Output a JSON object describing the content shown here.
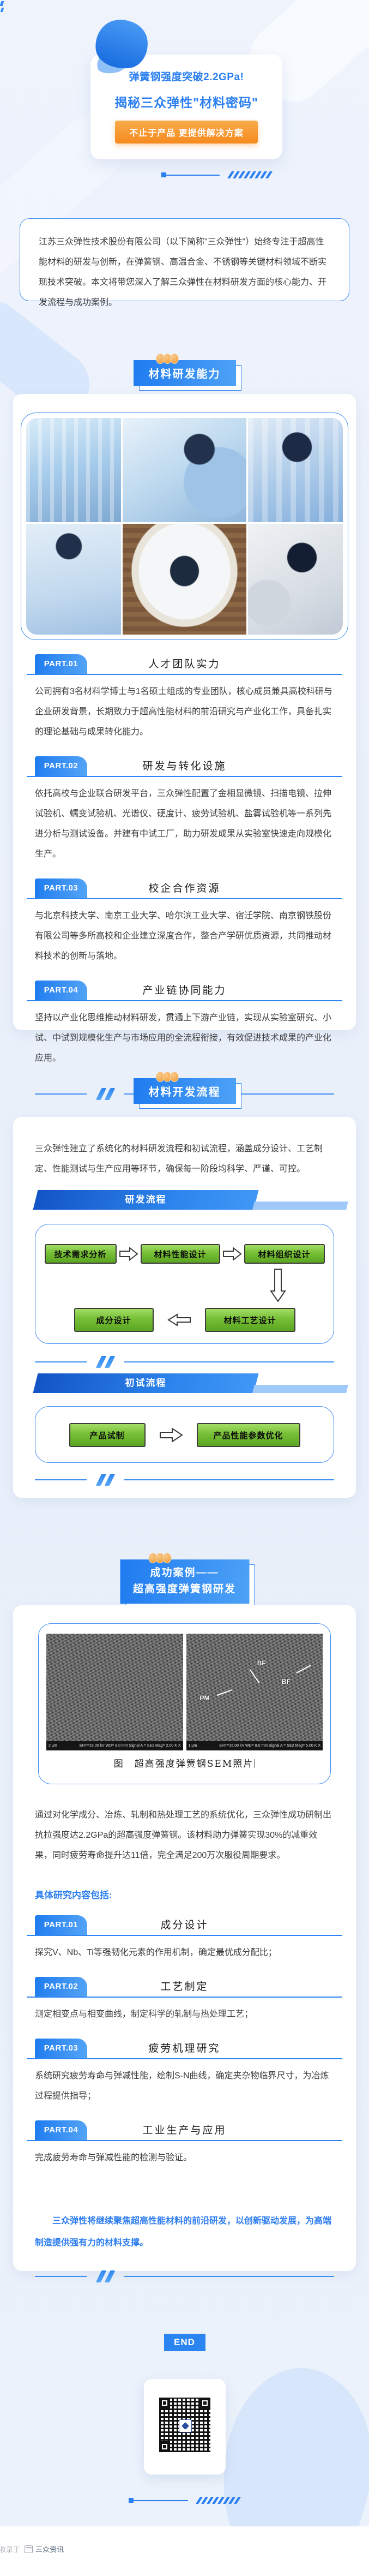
{
  "colors": {
    "accent_blue": "#2b7ff0",
    "banner_deep_blue": "#1254c6",
    "banner_tail_blue": "#9ec9f8",
    "button_orange": "#f68a1f",
    "dot_orange": "#f09b2f",
    "flow_green": "#76bf35",
    "page_background": "#edf2fb"
  },
  "header": {
    "title_line1": "弹簧钢强度突破2.2GPa!",
    "title_line2": "揭秘三众弹性\"材料密码\"",
    "button": "不止于产品 更提供解决方案"
  },
  "intro": {
    "text": "江苏三众弹性技术股份有限公司（以下简称\"三众弹性\"）始终专注于超高性能材料的研发与创新，在弹簧钢、高温合金、不锈钢等关键材料领域不断实现技术突破。本文将带您深入了解三众弹性在材料研发方面的核心能力、开发流程与成功案例。"
  },
  "section1": {
    "title": "材料研发能力",
    "parts": [
      {
        "badge": "PART.01",
        "title": "人才团队实力",
        "text": "公司拥有3名材料学博士与1名硕士组成的专业团队，核心成员兼具高校科研与企业研发背景，长期致力于超高性能材料的前沿研究与产业化工作，具备扎实的理论基础与成果转化能力。"
      },
      {
        "badge": "PART.02",
        "title": "研发与转化设施",
        "text": "依托高校与企业联合研发平台，三众弹性配置了金相显微镜、扫描电镜、拉伸试验机、蠕变试验机、光谱仪、硬度计、疲劳试验机、盐雾试验机等一系列先进分析与测试设备。并建有中试工厂，助力研发成果从实验室快速走向规模化生产。"
      },
      {
        "badge": "PART.03",
        "title": "校企合作资源",
        "text": "与北京科技大学、南京工业大学、哈尔滨工业大学、宿迁学院、南京钢铁股份有限公司等多所高校和企业建立深度合作，整合产学研优质资源，共同推动材料技术的创新与落地。"
      },
      {
        "badge": "PART.04",
        "title": "产业链协同能力",
        "text": "坚持以产业化思维推动材料研发，贯通上下游产业链，实现从实验室研究、小试、中试到规模化生产与市场应用的全流程衔接，有效促进技术成果的产业化应用。"
      }
    ]
  },
  "section2": {
    "title": "材料开发流程",
    "intro": "三众弹性建立了系统化的材料研发流程和初试流程，涵盖成分设计、工艺制定、性能测试与生产应用等环节，确保每一阶段均科学、严谨、可控。",
    "rnd_banner": "研发流程",
    "trial_banner": "初试流程",
    "rnd_steps": [
      "技术需求分析",
      "材料性能设计",
      "材料组织设计",
      "材料工艺设计",
      "成分设计"
    ],
    "trial_steps": [
      "产品试制",
      "产品性能参数优化"
    ]
  },
  "section3": {
    "title_line1": "成功案例——",
    "title_line2": "超高强度弹簧钢研发",
    "sem": {
      "caption": "图　超高强度弹簧钢SEM照片",
      "scale_left": "2 μm",
      "meta_left": "EHT=15.00 kV   WD= 8.0 mm   Signal A = SE2   Mag= 2.00 K X",
      "scale_right": "1 μm",
      "meta_right": "EHT=15.00 kV   WD= 8.0 mm   Signal A = SE2   Mag= 5.00 K X",
      "labels": [
        "BF",
        "PM",
        "BF"
      ]
    },
    "paragraph": "通过对化学成分、冶炼、轧制和热处理工艺的系统优化，三众弹性成功研制出抗拉强度达2.2GPa的超高强度弹簧钢。该材料助力弹簧实现30%的减重效果，同时疲劳寿命提升达11倍，完全满足200万次服役周期要求。",
    "subheading": "具体研究内容包括:",
    "parts": [
      {
        "badge": "PART.01",
        "title": "成分设计",
        "text": "探究V、Nb、Ti等强韧化元素的作用机制，确定最优成分配比；"
      },
      {
        "badge": "PART.02",
        "title": "工艺制定",
        "text": "测定相变点与相变曲线，制定科学的轧制与热处理工艺；"
      },
      {
        "badge": "PART.03",
        "title": "疲劳机理研究",
        "text": "系统研究疲劳寿命与弹减性能，绘制S-N曲线，确定夹杂物临界尺寸，为冶炼过程提供指导；"
      },
      {
        "badge": "PART.04",
        "title": "工业生产与应用",
        "text": "完成疲劳寿命与弹减性能的检测与验证。"
      }
    ],
    "closing": "三众弹性将继续聚焦超高性能材料的前沿研发，以创新驱动发展，为高端制造提供强有力的材料支撑。"
  },
  "end_badge": "END",
  "footer": {
    "prefix": "收录于",
    "album": "三众资讯"
  }
}
